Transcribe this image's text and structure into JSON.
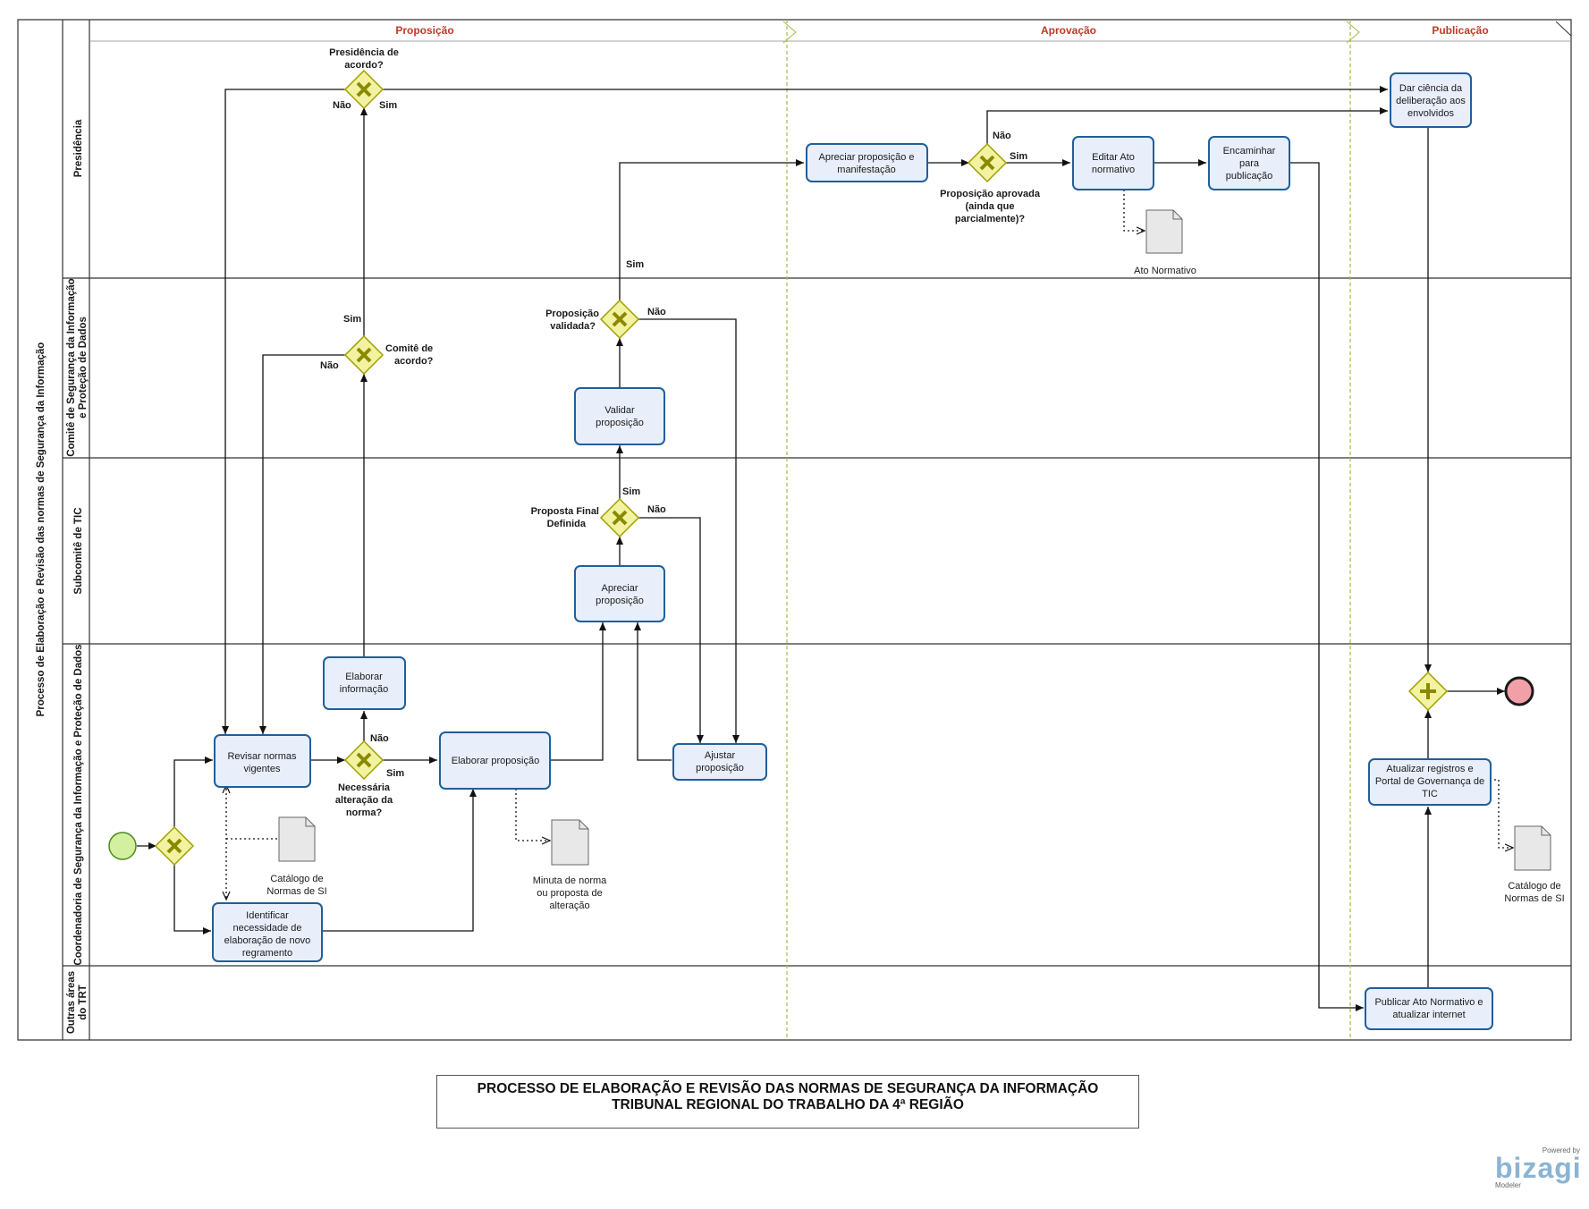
{
  "pool": {
    "title": "Processo de Elaboração  e Revisão das normas de Segurança da Informação"
  },
  "phases": [
    "Proposição",
    "Aprovação",
    "Publicação"
  ],
  "lanes": [
    [
      "Presidência"
    ],
    [
      "Comitê de Segurança da Informação",
      "e Proteção de Dados"
    ],
    [
      "Subcomitê de TIC"
    ],
    [
      "Coordenadoria de Segurança da Informação e Proteção de Dados"
    ],
    [
      "Outras áreas",
      "do TRT"
    ]
  ],
  "tasks": {
    "revisar": [
      "Revisar normas",
      "vigentes"
    ],
    "identificar": [
      "Identificar",
      "necessidade de",
      "elaboração de novo",
      "regramento"
    ],
    "elaborar_info": [
      "Elaborar",
      "informação"
    ],
    "elaborar_prop": [
      "Elaborar proposição"
    ],
    "apreciar_sub": [
      "Apreciar",
      "proposição"
    ],
    "ajustar": [
      "Ajustar",
      "proposição"
    ],
    "validar": [
      "Validar",
      "proposição"
    ],
    "apreciar_pres": [
      "Apreciar proposição e",
      "manifestação"
    ],
    "editar": [
      "Editar Ato",
      "normativo"
    ],
    "encaminhar": [
      "Encaminhar",
      "para",
      "publicação"
    ],
    "dar_ciencia": [
      "Dar ciência da",
      "deliberação aos",
      "envolvidos"
    ],
    "atualizar": [
      "Atualizar registros e",
      "Portal de Governança de",
      "TIC"
    ],
    "publicar": [
      "Publicar Ato Normativo e",
      "atualizar internet"
    ]
  },
  "gateways": {
    "presidencia": [
      "Presidência de",
      "acordo?"
    ],
    "comite": [
      "Comitê de",
      "acordo?"
    ],
    "validada": [
      "Proposição",
      "validada?"
    ],
    "final": [
      "Proposta Final",
      "Definida"
    ],
    "necessaria": [
      "Necessária",
      "alteração da",
      "norma?"
    ],
    "aprovada": [
      "Proposição aprovada",
      "(ainda que",
      "parcialmente)?"
    ]
  },
  "flow_labels": {
    "sim": "Sim",
    "nao": "Não"
  },
  "documents": {
    "ato": [
      "Ato Normativo"
    ],
    "catalogo1": [
      "Catálogo de",
      "Normas de SI"
    ],
    "minuta": [
      "Minuta de norma",
      "ou proposta de",
      "alteração"
    ],
    "catalogo2": [
      "Catálogo de",
      "Normas de SI"
    ]
  },
  "title_lines": [
    "PROCESSO DE ELABORAÇÃO E REVISÃO DAS NORMAS DE SEGURANÇA DA INFORMAÇÃO",
    "TRIBUNAL REGIONAL DO TRABALHO DA 4ª REGIÃO"
  ],
  "logo": {
    "powered": "Powered by",
    "brand": "bizagi",
    "product": "Modeler"
  },
  "colors": {
    "task_fill": "#e8effb",
    "task_stroke": "#1f5f9c",
    "gateway_fill": "#f2f2a0",
    "gateway_stroke": "#a0a000",
    "start_fill": "#d2f0a0",
    "end_fill": "#f2a0a8",
    "phase_text": "#c0392b",
    "divider": "#a8b84a"
  }
}
